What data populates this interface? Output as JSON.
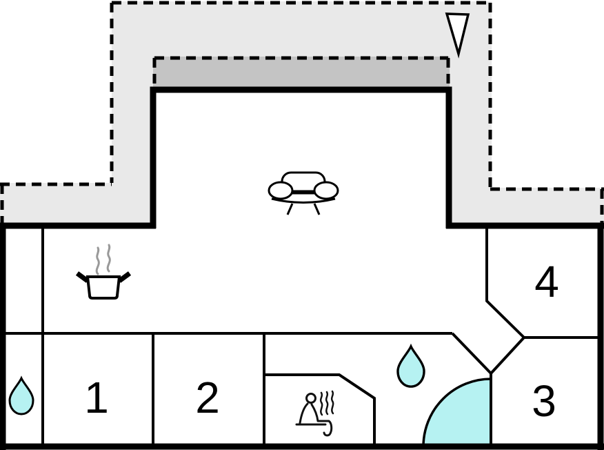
{
  "colors": {
    "terrace": "#e9e9e9",
    "awning": "#c4c4c4",
    "water": "#b6f2f2",
    "wall": "#000000",
    "steam": "#999999",
    "background": "#ffffff",
    "label": "#000000"
  },
  "rooms": {
    "room1": {
      "label": "1"
    },
    "room2": {
      "label": "2"
    },
    "room3": {
      "label": "3"
    },
    "room4": {
      "label": "4"
    }
  },
  "icons": {
    "sofa": "sofa-icon",
    "cooking_pot": "cooking-pot-icon",
    "sauna": "sauna-icon",
    "water_drop_hall": "water-drop-icon",
    "water_drop_bath": "water-drop-icon",
    "door_swing": "door-swing-icon",
    "entrance_arrow": "entrance-arrow-icon"
  }
}
